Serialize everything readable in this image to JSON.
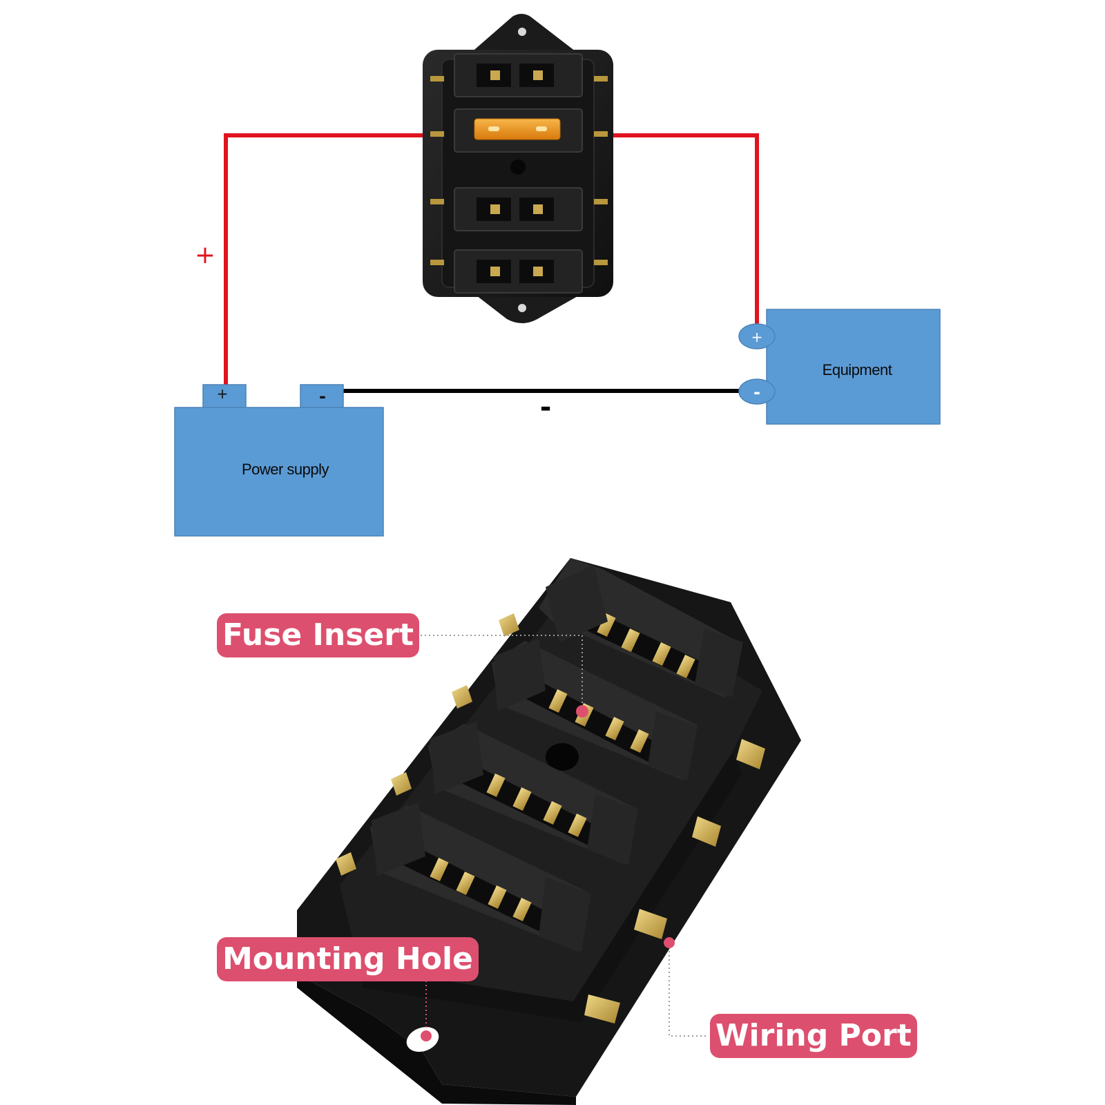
{
  "wiring_diagram": {
    "power_supply_label": "Power supply",
    "equipment_label": "Equipment",
    "battery_plus": "+",
    "battery_minus": "-",
    "equipment_plus": "+",
    "equipment_minus": "-",
    "positive_wire_sign": "+",
    "negative_wire_sign": "-"
  },
  "callouts": {
    "fuse_insert": "Fuse Insert",
    "mounting_hole": "Mounting Hole",
    "wiring_port": "Wiring Port"
  },
  "colors": {
    "box_blue": "#5b9bd5",
    "wire_red": "#e0141e",
    "wire_black": "#000000",
    "callout_pink": "#dd4f6e",
    "fuse_amber": "#f09a1a",
    "terminal_brass": "#c9a850",
    "housing_black": "#1c1c1c"
  }
}
